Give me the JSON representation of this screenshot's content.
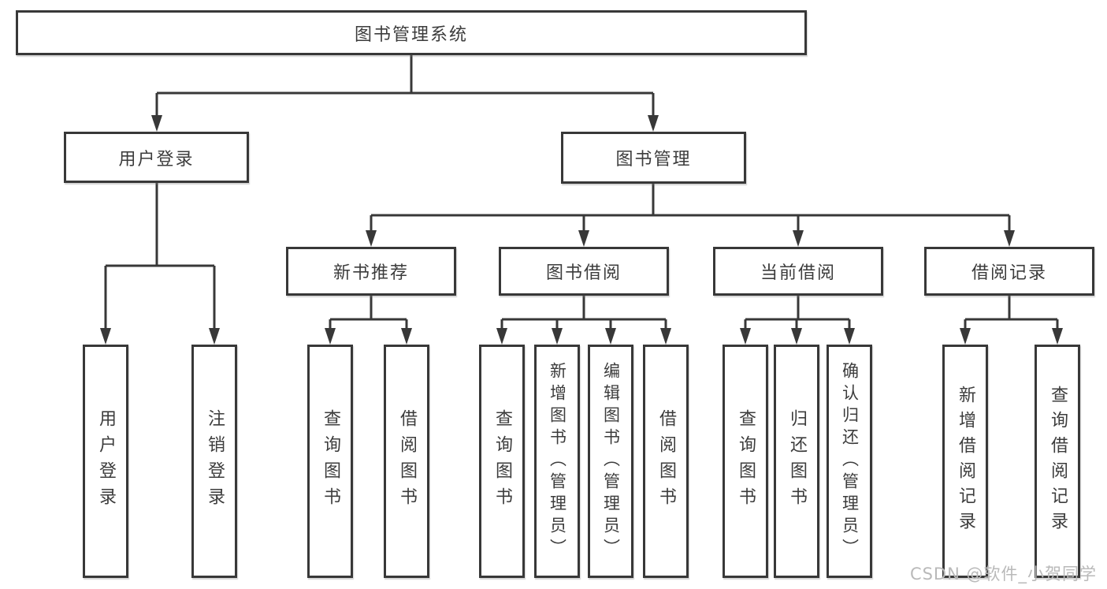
{
  "diagram": {
    "title": "图书管理系统",
    "user_login": {
      "label": "用户登录",
      "children": [
        "用户登录",
        "注销登录"
      ]
    },
    "book_mgmt": {
      "label": "图书管理",
      "groups": [
        {
          "label": "新书推荐",
          "children": [
            "查询图书",
            "借阅图书"
          ]
        },
        {
          "label": "图书借阅",
          "children": [
            "查询图书",
            "新增图书（管理员）",
            "编辑图书（管理员）",
            "借阅图书"
          ]
        },
        {
          "label": "当前借阅",
          "children": [
            "查询图书",
            "归还图书",
            "确认归还（管理员）"
          ]
        },
        {
          "label": "借阅记录",
          "children": [
            "新增借阅记录",
            "查询借阅记录"
          ]
        }
      ]
    }
  },
  "watermark": "CSDN @软件_小贺同学",
  "colors": {
    "line": "#383838",
    "box_border": "#383838",
    "text": "#3c3c3c",
    "watermark": "#b9b9b9",
    "background": "#ffffff"
  }
}
